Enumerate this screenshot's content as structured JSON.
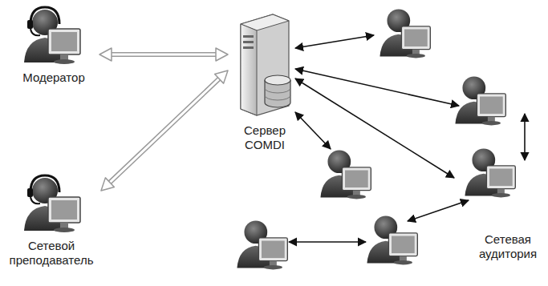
{
  "diagram": {
    "nodes": [
      {
        "text": [
          "Модератор"
        ]
      },
      {
        "text": [
          "Сервер COMDI"
        ]
      },
      {
        "text": [
          "Сетевой преподаватель"
        ]
      }
    ],
    "edges": [
      {
        "from": 0,
        "to": 1,
        "arrow": "both"
      },
      {
        "from": 2,
        "to": 1,
        "arrow": "both"
      }
    ],
    "labels": [
      "Сетевая аудитория"
    ]
  }
}
